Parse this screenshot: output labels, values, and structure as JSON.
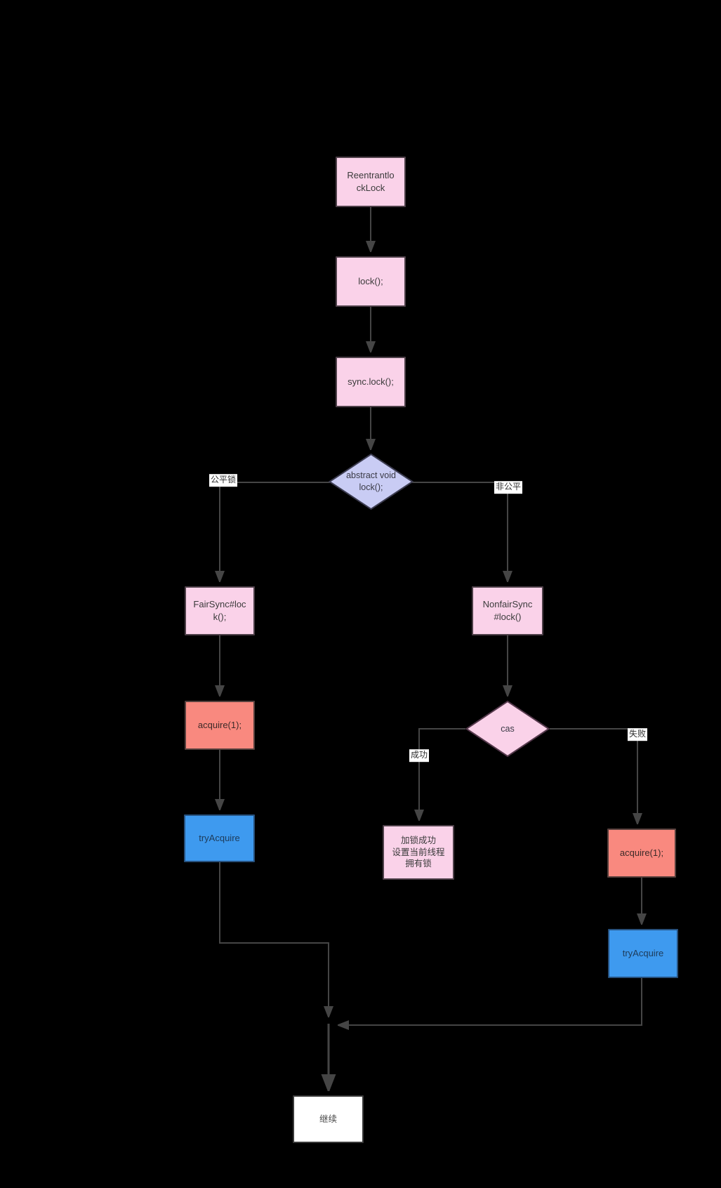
{
  "page": {
    "background": "#000000"
  },
  "diagram": {
    "nodes": {
      "reentrant_lock": {
        "label": "Reentrantlo\nckLock",
        "fill": "#FAD2E9"
      },
      "lock": {
        "label": "lock();",
        "fill": "#FAD2E9"
      },
      "sync_lock": {
        "label": "sync.lock();",
        "fill": "#FAD2E9"
      },
      "abstract_lock": {
        "label": "abstract void\nlock();",
        "fill": "#C9CCF4"
      },
      "fair_sync": {
        "label": "FairSync#loc\nk();",
        "fill": "#FAD2E9"
      },
      "nonfair_sync": {
        "label": "NonfairSync\n#lock()",
        "fill": "#FAD2E9"
      },
      "acquire_fair": {
        "label": "acquire(1);",
        "fill": "#F9897F"
      },
      "try_acquire_fair": {
        "label": "tryAcquire",
        "fill": "#3E9AEF"
      },
      "cas": {
        "label": "cas",
        "fill": "#FAD2E9"
      },
      "lock_success": {
        "label": "加锁成功\n设置当前线程\n拥有锁",
        "fill": "#FAD2E9"
      },
      "acquire_nonfair": {
        "label": "acquire(1);",
        "fill": "#F9897F"
      },
      "try_acquire_nonfair": {
        "label": "tryAcquire",
        "fill": "#3E9AEF"
      },
      "continue": {
        "label": "继续",
        "fill": "#FFFFFF"
      }
    },
    "edge_labels": {
      "fair_branch": "公平锁",
      "nonfair_branch": "非公平",
      "cas_success": "成功",
      "cas_fail": "失败"
    },
    "colors": {
      "line": "#454545",
      "node_text": "#3B3B3B",
      "label_background": "#FFFFFF",
      "diamond_border": "#3C3C50",
      "cas_border": "#55394C"
    }
  }
}
